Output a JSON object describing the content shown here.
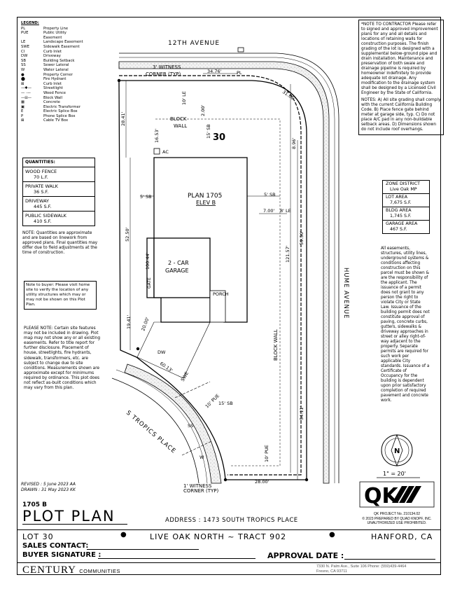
{
  "legend": {
    "title": "LEGEND:",
    "items": [
      {
        "abbr": "PL",
        "label": "Property Line"
      },
      {
        "abbr": "PUE",
        "label": "Public Utility"
      },
      {
        "abbr": "",
        "label": "Easement"
      },
      {
        "abbr": "LE",
        "label": "Landscape Easement"
      },
      {
        "abbr": "SWE",
        "label": "Sidewalk Easement"
      },
      {
        "abbr": "CI",
        "label": "Curb Inlet"
      },
      {
        "abbr": "DW",
        "label": "Driveway"
      },
      {
        "abbr": "SB",
        "label": "Building Setback"
      },
      {
        "abbr": "SS",
        "label": "Sewer Lateral"
      },
      {
        "abbr": "W",
        "label": "Water Lateral"
      },
      {
        "abbr": "●",
        "label": "Property Corner"
      },
      {
        "abbr": "⬤",
        "label": "Fire Hydrant"
      },
      {
        "abbr": "⊠",
        "label": "Curb Inlet"
      },
      {
        "abbr": "—✱—",
        "label": "Streetlight"
      },
      {
        "abbr": "— ·—",
        "label": "Wood Fence"
      },
      {
        "abbr": "—⊟—",
        "label": "Block Wall"
      },
      {
        "abbr": "▦",
        "label": "Concrete"
      },
      {
        "abbr": "▣",
        "label": "Electric Transformer"
      },
      {
        "abbr": "E",
        "label": "Electric Splice Box"
      },
      {
        "abbr": "P",
        "label": "Phone Splice Box"
      },
      {
        "abbr": "⊠",
        "label": "Cable TV Box"
      }
    ]
  },
  "quantities": {
    "title": "QUANTITIES:",
    "rows": [
      {
        "name": "WOOD FENCE",
        "value": "70 L.F."
      },
      {
        "name": "PRIVATE WALK",
        "value": "36 S.F."
      },
      {
        "name": "DRIVEWAY",
        "value": "445 S.F."
      },
      {
        "name": "PUBLIC SIDEWALK",
        "value": "410 S.F."
      }
    ],
    "note": "NOTE: Quantities are approximate and are based on linework from approved plans. Final quantities may differ due to field adjustments at the time of construction."
  },
  "buyer_note": "Note to buyer: Please visit home site to verify the location of any utility structures which may or may not be shown on this Plot Plan.",
  "please_note": "PLEASE NOTE: Certain site features may not be included in drawing. Plot map may not show any or all existing easements. Refer to title report for further disclosure. Placement of house, streetlights, fire hydrants, sidewalk, transformers, etc. are subject to change due to site conditions. Measurements shown are approximate except for minimums required by ordinance. This plot does not reflect as-built conditions which may vary from this plan.",
  "contractor_note": "*NOTE TO CONTRACTOR Please refer to signed and approved improvement plans for any and all details and locations of retaining walls for construction purposes. The finish grading of the lot is designed with a supplemental below-ground pipe and drain installation. Maintenance and preservation of both swale and drainage pipeline is required by homeowner indefinitely to provide adequate lot drainage. Any modification to the drainage system shall be designed by a Licensed Civil Engineer by the State of California.",
  "contractor_notes2": "NOTES: A) All site grading shall comply with the current California Building Code. B) Place fence gate behind meter at garage side, typ. C) Do not place A/C pad in any non-buildable setback areas. D) Dimensions shown do not include roof overhangs.",
  "zone": [
    {
      "label": "ZONE DISTRICT",
      "value": "Live Oak MP"
    },
    {
      "label": "LOT AREA",
      "value": "7,675 S.F."
    },
    {
      "label": "BLDG AREA",
      "value": "1,745 S.F."
    },
    {
      "label": "GARAGE AREA",
      "value": "467 S.F."
    }
  ],
  "easement_note": "All easements, structures, utility lines, underground systems & conditions affecting construction on this parcel must be shown & are the responsibility of the applicant. The issuance of a permit does not grant to any person the right to violate City or State Law. Issuance of the building permit does not constitute approval of paving, concrete curbs, gutters, sidewalks & driveway approaches in street or alley right-of-way adjacent to the property. Separate permits are required for such work per applicable City standards. Issuance of a Certificate of Occupancy for the building is dependent upon prior satisfactory completion of required pavement and concrete work.",
  "plan": {
    "street_top": "12TH AVENUE",
    "street_right": "HUME AVENUE",
    "street_left": "S TROPICS PLACE",
    "lot_number": "30",
    "plan_name": "PLAN 1705",
    "elevation": "ELEV B",
    "garage": "2 - CAR",
    "garage2": "GARAGE",
    "porch": "PORCH",
    "gate": "GATE",
    "ac": "AC",
    "block_wall": "BLOCK",
    "block_wall2": "WALL",
    "block_wall_v": "BLOCK WALL",
    "witness_top": "3' WITNESS",
    "witness_top2": "CORNER (TYP)",
    "witness_bot": "1' WITNESS",
    "witness_bot2": "CORNER (TYP)",
    "dims": {
      "d1": "34.76'",
      "d2": "31.66'",
      "d3": "10' LE",
      "d4": "2.00'",
      "d5": "15' SB",
      "d6": "16.53'",
      "d7": "28.41'",
      "d8": "8.96'",
      "d9": "5' SB",
      "d10": "5' SB",
      "d11": "52.50'",
      "d12": "7.00'",
      "d13": "8' LE",
      "d14": "121.57'",
      "d15": "59.50'",
      "d16": "100.44'",
      "d17": "19.41'",
      "d18": "20.00'",
      "d19": "60.13'",
      "d20": "10' PUE",
      "d21": "15' SB",
      "d22": "54.11'",
      "d23": "10' PUE",
      "d24": "28.00'",
      "d25": "SWE",
      "d26": "DW",
      "d27": "SS",
      "d28": "W",
      "d29": "PL"
    },
    "scale": "1\" = 20'",
    "north": "N"
  },
  "revision": {
    "revised": "REVISED : 5 June 2023 AA",
    "drawn": "DRAWN : 31 May 2023 KK"
  },
  "title_block": {
    "plan_code": "1705  B",
    "title": "PLOT PLAN",
    "address_label": "ADDRESS :",
    "address": "1473 SOUTH TROPICS PLACE",
    "lot": "LOT 30",
    "tract": "LIVE OAK NORTH ~ TRACT 902",
    "city": "HANFORD, CA",
    "sales": "SALES CONTACT:",
    "buyer": "BUYER SIGNATURE :",
    "approval": "APPROVAL DATE :",
    "company": "CENTURY",
    "company_sub": "COMMUNITIES",
    "office1": "7330 N. Palm Ave., Suite 106   Phone: (559)439-4464",
    "office2": "Fresno, CA  93711"
  },
  "qk": {
    "logo": "QK",
    "project": "QK PROJECT No. 210134.02",
    "prepared": "© 2023 PREPARED BY QUAD KNOPF, INC.",
    "unauth": "UNAUTHORIZED USE PROHIBITED."
  }
}
